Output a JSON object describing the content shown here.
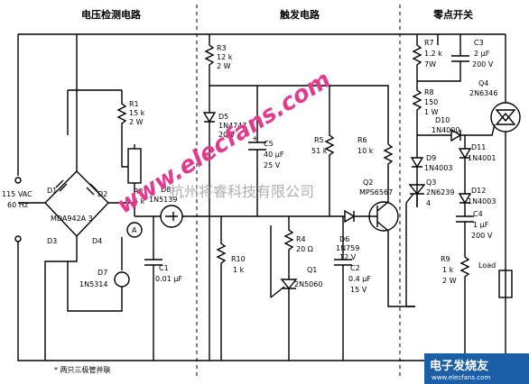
{
  "sections": {
    "voltage_detect": "电压检测电路",
    "trigger": "触发电路",
    "zero_switch": "零点开关"
  },
  "supply": {
    "line1": "115 VAC",
    "line2": "60 Hz"
  },
  "bridge": {
    "d1": "D1",
    "d2": "D2",
    "d3": "D3",
    "d4": "D4",
    "part": "MDA942A 3"
  },
  "r1": {
    "ref": "R1",
    "v1": "15 k",
    "v2": "2 W"
  },
  "r2": {
    "ref": "R2",
    "v1": "5 k"
  },
  "meter": "A",
  "d7": {
    "ref": "D7",
    "part": "1N5314"
  },
  "d8": {
    "ref": "D8",
    "part": "1N5139"
  },
  "c1": {
    "ref": "C1",
    "v1": "0.01 μF"
  },
  "r3": {
    "ref": "R3",
    "v1": "12 k",
    "v2": "2 W"
  },
  "d5": {
    "ref": "D5",
    "v1": "1N4747",
    "v2": "20 V"
  },
  "c5": {
    "ref": "C5",
    "v1": "40 μF",
    "v2": "25 V"
  },
  "r5": {
    "ref": "R5",
    "v1": "51 k"
  },
  "r6": {
    "ref": "R6",
    "v1": "10 k"
  },
  "q2": {
    "ref": "Q2",
    "part": "MPS6567"
  },
  "r10": {
    "ref": "R10",
    "v1": "1 k"
  },
  "r4": {
    "ref": "R4",
    "v1": "20 Ω"
  },
  "d6": {
    "ref": "D6",
    "v1": "1N759",
    "v2": "12 V"
  },
  "q1": {
    "ref": "Q1",
    "part": "2N5060"
  },
  "c2": {
    "ref": "C2",
    "v1": "0.4 μF",
    "v2": "15 V"
  },
  "r7": {
    "ref": "R7",
    "v1": "1.2 k",
    "v2": "7W"
  },
  "c3": {
    "ref": "C3",
    "v1": "2 μF",
    "v2": "200 V"
  },
  "r8": {
    "ref": "R8",
    "v1": "150",
    "v2": "1 W"
  },
  "q4": {
    "ref": "Q4",
    "part": "2N6346"
  },
  "d10": {
    "ref": "D10",
    "part": "1N4000"
  },
  "d11": {
    "ref": "D11",
    "part": "1N4001"
  },
  "d9": {
    "ref": "D9",
    "part": "1N4003"
  },
  "q3": {
    "ref": "Q3",
    "part": "2N6239",
    "pin": "4"
  },
  "d12": {
    "ref": "D12",
    "part": "1N4003"
  },
  "c4": {
    "ref": "C4",
    "v1": "1 μF",
    "v2": "200 V"
  },
  "r9": {
    "ref": "R9",
    "v1": "1 k",
    "v2": "2 W"
  },
  "load": "Load",
  "footnote": "* 两只三极管并联",
  "watermarks": {
    "site": "www.elecfans.com",
    "company": "杭州将睿科技有限公司"
  },
  "logo": {
    "text": "电子发烧友",
    "sub": "www.elecfans.com"
  }
}
